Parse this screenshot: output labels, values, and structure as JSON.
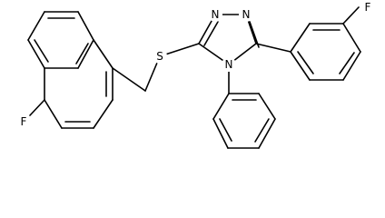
{
  "structure": {
    "atoms": [
      {
        "id": "F1",
        "label": "F"
      },
      {
        "id": "F2",
        "label": "F"
      },
      {
        "id": "S",
        "label": "S"
      },
      {
        "id": "N1",
        "label": "N"
      },
      {
        "id": "N2",
        "label": "N"
      },
      {
        "id": "N4",
        "label": "N"
      }
    ]
  }
}
